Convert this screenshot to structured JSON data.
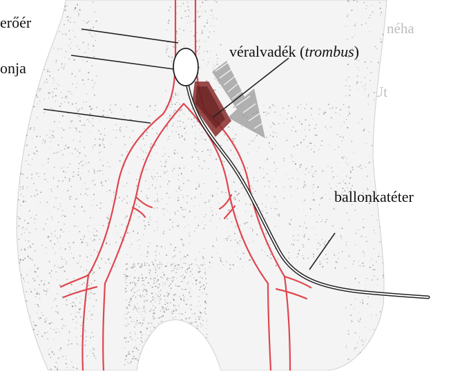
{
  "labels": {
    "aorta_partial": "erőér",
    "balloon_partial": "onja",
    "thrombus_prefix": "véralvadék (",
    "thrombus_latin": "trombus",
    "thrombus_suffix": ")",
    "catheter": "ballonkatéter"
  },
  "colors": {
    "vessel": "#e0454e",
    "catheter": "#222222",
    "thrombus": "#8a2a2a",
    "arrow": "#777777",
    "stipple": "#777777",
    "text": "#111111"
  }
}
